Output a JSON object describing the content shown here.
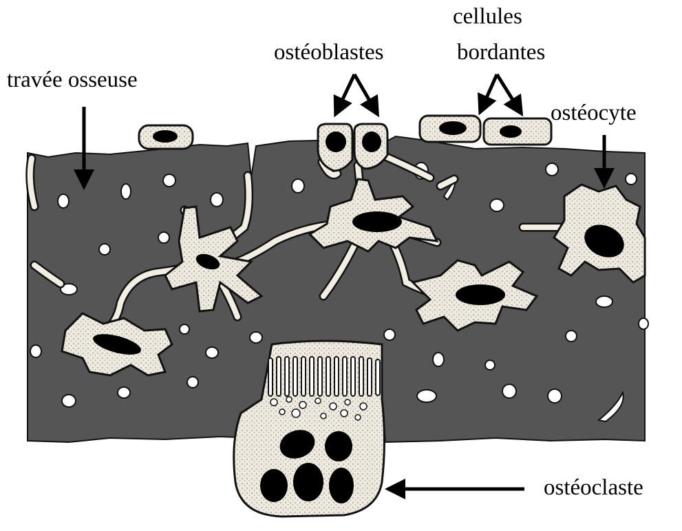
{
  "labels": {
    "travee": "travée osseuse",
    "osteoblastes": "ostéoblastes",
    "cellules": "cellules",
    "bordantes": "bordantes",
    "osteocyte": "ostéocyte",
    "osteoclaste": "ostéoclaste"
  },
  "colors": {
    "bone_matrix": "#555555",
    "cell_fill": "#ede8dc",
    "nucleus": "#000000",
    "outline": "#111111"
  }
}
